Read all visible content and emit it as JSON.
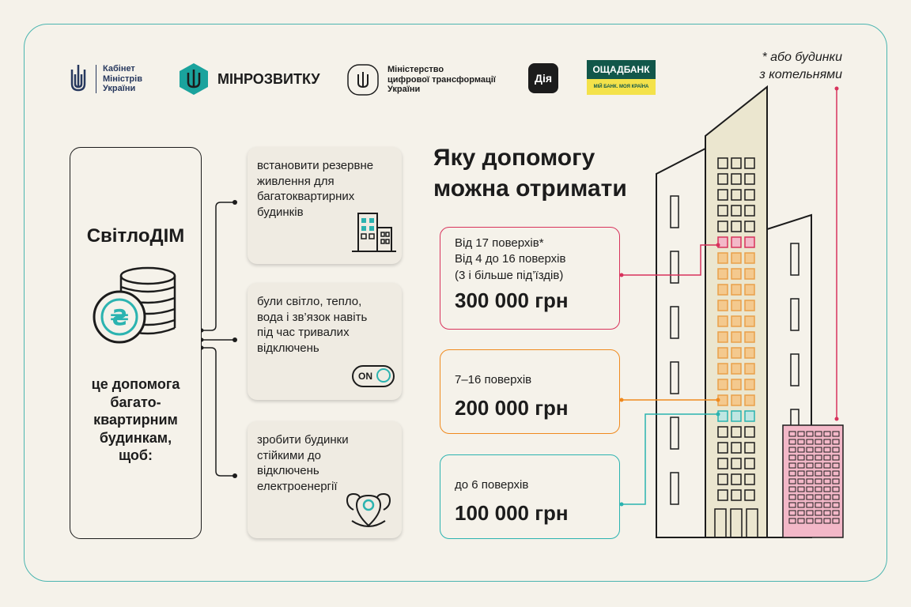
{
  "logos": {
    "cabinet": "Кабінет Міністрів України",
    "cabinet_lines": [
      "Кабінет",
      "Міністрів",
      "України"
    ],
    "minrozvytku": "МІНРОЗВИТКУ",
    "mintsyfra_lines": [
      "Міністерство",
      "цифрової трансформації",
      "України"
    ],
    "diia": "Дія",
    "oschadbank": "ОЩАДБАНК",
    "oschadbank_slogan": "МІЙ БАНК. МОЯ КРАЇНА"
  },
  "program": {
    "title": "СвітлоДІМ",
    "subtitle_lines": [
      "це допомога",
      "багато-",
      "квартирним",
      "будинкам,",
      "щоб:"
    ]
  },
  "tasks": [
    {
      "lines": [
        "встановити резервне",
        "живлення для",
        "багатоквартирних",
        "будинків"
      ],
      "icon": "building-icon"
    },
    {
      "lines": [
        "були світло, тепло,",
        "вода і зв’язок навіть",
        "під час тривалих",
        "відключень"
      ],
      "icon": "toggle-on-icon",
      "toggle_label": "ON"
    },
    {
      "lines": [
        "зробити будинки",
        "стійкими до",
        "відключень",
        "електроенергії"
      ],
      "icon": "map-pin-icon"
    }
  ],
  "heading_lines": [
    "Яку допомогу",
    "можна отримати"
  ],
  "amounts": [
    {
      "lines": [
        "Від 17 поверхів*",
        "Від 4 до 16 поверхів",
        "(3 і більше під’їздів)"
      ],
      "sum": "300 000 грн",
      "color": "#d8335c"
    },
    {
      "lines": [
        "7–16 поверхів"
      ],
      "sum": "200 000 грн",
      "color": "#f08a1e"
    },
    {
      "lines": [
        "до 6 поверхів"
      ],
      "sum": "100 000 грн",
      "color": "#2bb3b0"
    }
  ],
  "note_lines": [
    "* або будинки",
    "з котельнями"
  ],
  "colors": {
    "frame": "#4bb5b0",
    "teal": "#2bb3b0",
    "pink": "#d8335c",
    "orange": "#f08a1e",
    "tower": "#ebe6cf",
    "boiler": "#f3b8c8"
  }
}
